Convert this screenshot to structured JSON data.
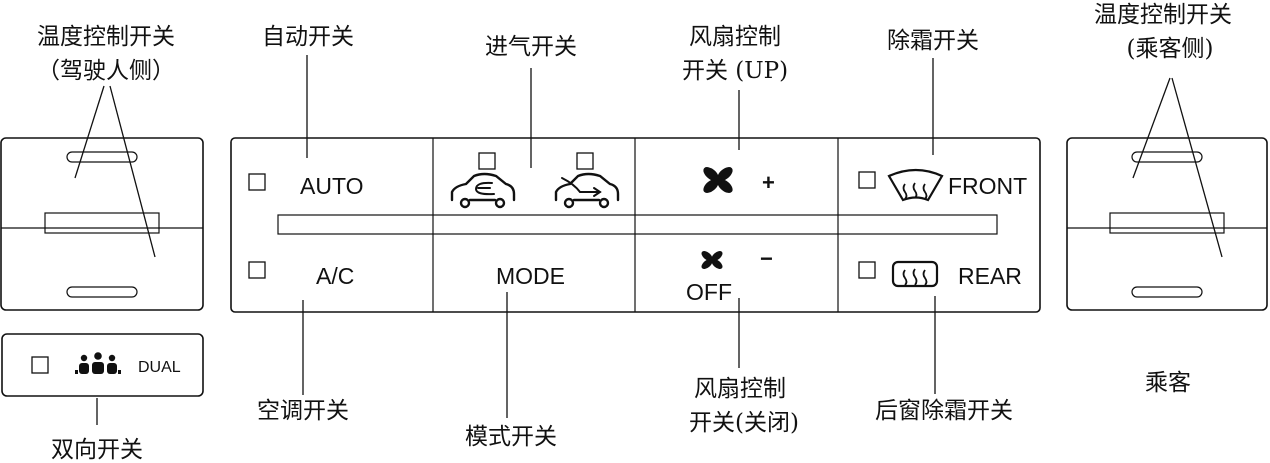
{
  "captions": {
    "temp_driver_1": "温度控制开关",
    "temp_driver_2": "（驾驶人侧）",
    "auto": "自动开关",
    "intake": "进气开关",
    "fan_up_1": "风扇控制",
    "fan_up_2": "开关 (UP)",
    "defrost_front": "除霜开关",
    "temp_pass_1": "温度控制开关",
    "temp_pass_2": "(乘客侧)",
    "ac": "空调开关",
    "mode": "模式开关",
    "fan_off_1": "风扇控制",
    "fan_off_2": "开关(关闭)",
    "defrost_rear": "后窗除霜开关",
    "passenger": "乘客",
    "dual": "双向开关"
  },
  "buttons": {
    "auto": "AUTO",
    "ac": "A/C",
    "mode": "MODE",
    "fan_plus": "+",
    "fan_minus": "−",
    "fan_off": "OFF",
    "front": "FRONT",
    "rear": "REAR",
    "dual": "DUAL"
  },
  "icons": {
    "fan": "fan-icon",
    "recirc": "recirculation-car-icon",
    "fresh": "fresh-air-car-icon",
    "windshield": "front-defrost-icon",
    "rear_window": "rear-defrost-icon",
    "occupants": "dual-occupants-icon"
  }
}
